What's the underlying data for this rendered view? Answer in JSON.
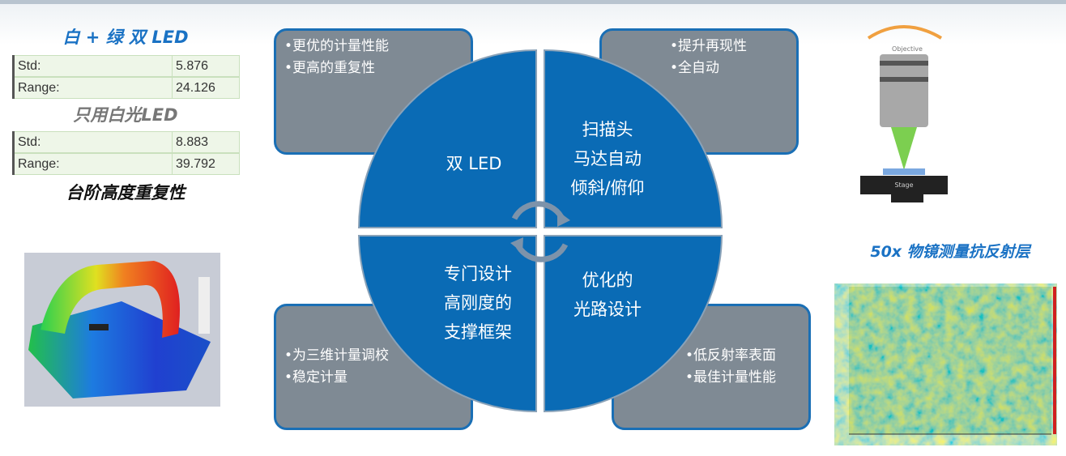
{
  "left": {
    "title1": "白 + 绿 双 LED",
    "table1": [
      {
        "label": "Std:",
        "value": "5.876"
      },
      {
        "label": "Range:",
        "value": "24.126"
      }
    ],
    "title2": "只用白光LED",
    "table2": [
      {
        "label": "Std:",
        "value": "8.883"
      },
      {
        "label": "Range:",
        "value": "39.792"
      }
    ],
    "caption": "台阶高度重复性"
  },
  "boxes": {
    "tl": [
      "•更优的计量性能",
      "•更高的重复性"
    ],
    "tr": [
      "•提升再现性",
      "•全自动"
    ],
    "bl": [
      "•为三维计量调校",
      "•稳定计量"
    ],
    "br": [
      "•低反射率表面",
      "•最佳计量性能"
    ]
  },
  "quadrants": {
    "tl": [
      "双 LED"
    ],
    "tr": [
      "扫描头",
      "马达自动",
      "倾斜/俯仰"
    ],
    "bl": [
      "专门设计",
      "高刚度的",
      "支撑框架"
    ],
    "br": [
      "优化的",
      "光路设计"
    ]
  },
  "right": {
    "stage_label": "Stage",
    "objective_label": "Objective",
    "caption": "50x 物镜测量抗反射层"
  },
  "colors": {
    "blue": "#0a6bb5",
    "gray": "#7f8a94",
    "title_blue": "#1a72c4"
  }
}
